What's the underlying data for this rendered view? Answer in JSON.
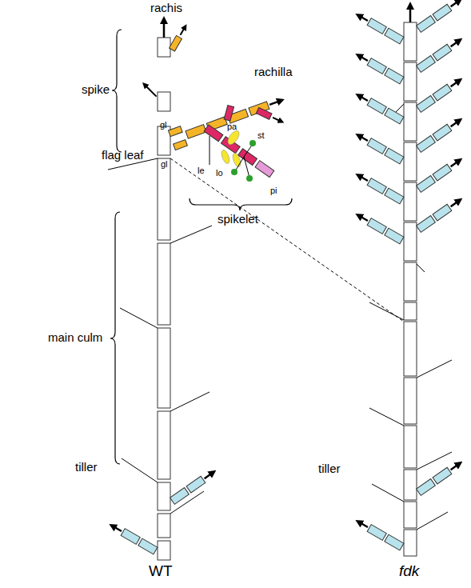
{
  "diagram": {
    "labels": [
      "rachis",
      "spike",
      "rachilla",
      "pa",
      "gl",
      "st",
      "gl",
      "le",
      "lo",
      "pi",
      "flag leaf",
      "spikelet",
      "main culm",
      "tiller",
      "tiller",
      "WT",
      "fdk"
    ]
  }
}
